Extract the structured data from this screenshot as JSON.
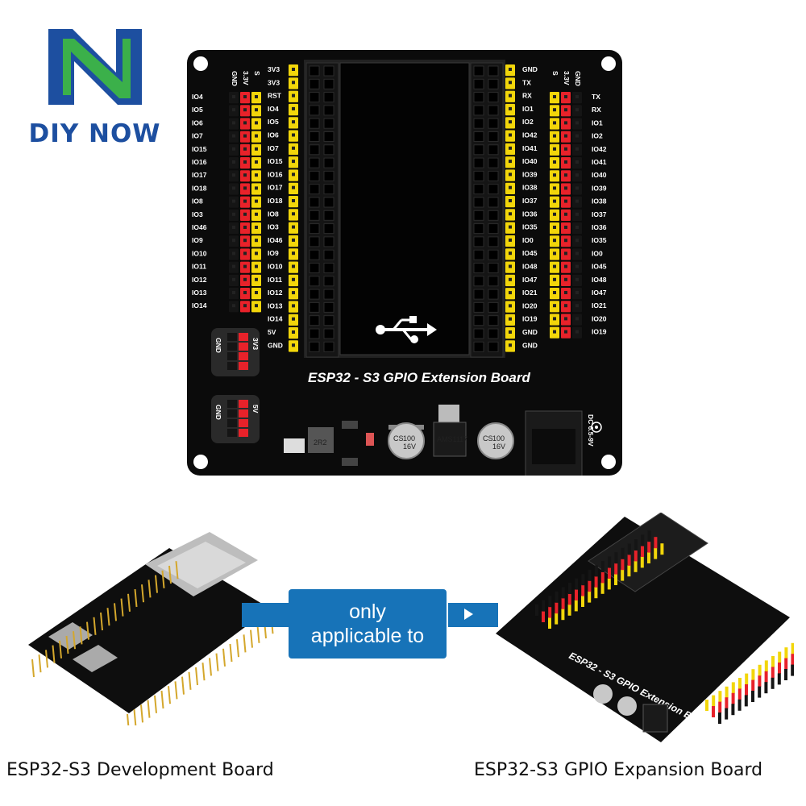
{
  "brand": {
    "name": "DIY NOW",
    "colors": {
      "blue": "#1d4fa0",
      "green": "#3bb04a"
    }
  },
  "top_board": {
    "title": "ESP32 - S3 GPIO Extension Board",
    "left_outer_header": [
      "GND",
      "3.3V",
      "S"
    ],
    "left_outer_pins": [
      "IO4",
      "IO5",
      "IO6",
      "IO7",
      "IO15",
      "IO16",
      "IO17",
      "IO18",
      "IO8",
      "IO3",
      "IO46",
      "IO9",
      "IO10",
      "IO11",
      "IO12",
      "IO13",
      "IO14"
    ],
    "left_inner_pins": [
      "3V3",
      "3V3",
      "RST",
      "IO4",
      "IO5",
      "IO6",
      "IO7",
      "IO15",
      "IO16",
      "IO17",
      "IO18",
      "IO8",
      "IO3",
      "IO46",
      "IO9",
      "IO10",
      "IO11",
      "IO12",
      "IO13",
      "IO14",
      "5V",
      "GND"
    ],
    "right_inner_pins": [
      "GND",
      "TX",
      "RX",
      "IO1",
      "IO2",
      "IO42",
      "IO41",
      "IO40",
      "IO39",
      "IO38",
      "IO37",
      "IO36",
      "IO35",
      "IO0",
      "IO45",
      "IO48",
      "IO47",
      "IO21",
      "IO20",
      "IO19",
      "GND",
      "GND"
    ],
    "right_outer_header": [
      "S",
      "3.3V",
      "GND"
    ],
    "right_outer_pins": [
      "TX",
      "RX",
      "IO1",
      "IO2",
      "IO42",
      "IO41",
      "IO40",
      "IO39",
      "IO38",
      "IO37",
      "IO36",
      "IO35",
      "IO0",
      "IO45",
      "IO48",
      "IO47",
      "IO21",
      "IO20",
      "IO19"
    ],
    "power_header_3v3": [
      "GND",
      "3V3"
    ],
    "power_header_5v": [
      "GND",
      "5V"
    ],
    "dc_label": "DC 6.5-9V",
    "inductor_label": "2R2",
    "capacitor_labels": [
      "CS",
      "100",
      "16V"
    ],
    "regulator_label": "AMS1117",
    "colors": {
      "pcb": "#0b0b0b",
      "red": "#e8222a",
      "yellow": "#f2d60a",
      "header": "#151515"
    }
  },
  "callout": {
    "line1": "only",
    "line2": "applicable to",
    "color": "#1773b8"
  },
  "captions": {
    "left": "ESP32-S3 Development Board",
    "right": "ESP32-S3 GPIO Expansion Board"
  },
  "icons": [
    "logo-icon",
    "usb-icon",
    "arrow-right-icon",
    "dc-polarity-icon"
  ]
}
